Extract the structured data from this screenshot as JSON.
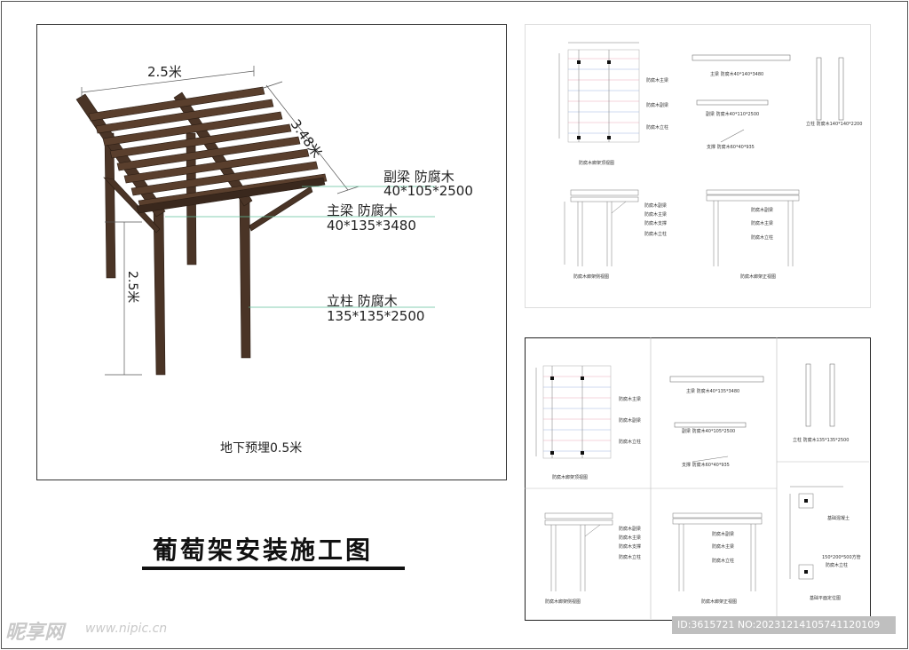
{
  "title": "葡萄架安装施工图",
  "main": {
    "width_label": "2.5米",
    "depth_label": "3.48米",
    "height_label": "2.5米",
    "secondary_beam_name": "副梁  防腐木",
    "secondary_beam_size": "40*105*2500",
    "main_beam_name": "主梁  防腐木",
    "main_beam_size": "40*135*3480",
    "column_name": "立柱  防腐木",
    "column_size": "135*135*2500",
    "embed_note": "地下预埋0.5米"
  },
  "sheet1": {
    "plan_caption": "防腐木廊架顶视图",
    "plan_tag1": "防腐木主梁",
    "plan_tag2": "防腐木副梁",
    "plan_tag3": "防腐木立柱",
    "main_beam": "主梁 防腐木40*140*3480",
    "secondary_beam": "副梁 防腐木40*110*2500",
    "brace": "支撑 防腐木60*40*935",
    "column": "立柱 防腐木140*140*2200",
    "side_caption": "防腐木廊架侧视图",
    "side_tag1": "防腐木副梁",
    "side_tag2": "防腐木主梁",
    "side_tag3": "防腐木支撑",
    "side_tag4": "防腐木立柱",
    "front_caption": "防腐木廊架正视图",
    "front_tag1": "防腐木副梁",
    "front_tag2": "防腐木主梁",
    "front_tag3": "防腐木立柱"
  },
  "sheet2": {
    "plan_caption": "防腐木廊架顶视图",
    "plan_tag1": "防腐木主梁",
    "plan_tag2": "防腐木副梁",
    "plan_tag3": "防腐木立柱",
    "main_beam": "主梁 防腐木40*135*3480",
    "secondary_beam": "副梁 防腐木40*105*2500",
    "brace": "支撑 防腐木60*40*935",
    "column": "立柱 防腐木135*135*2500",
    "side_caption": "防腐木廊架侧视图",
    "side_tag1": "防腐木副梁",
    "side_tag2": "防腐木主梁",
    "side_tag3": "防腐木支撑",
    "side_tag4": "防腐木立柱",
    "front_caption": "防腐木廊架正视图",
    "front_tag1": "防腐木副梁",
    "front_tag2": "防腐木主梁",
    "front_tag3": "防腐木立柱",
    "found_tag1": "基础混凝土",
    "found_tag2": "150*200*500方管",
    "found_tag3": "防腐木立柱",
    "found_caption": "基础平面定位图"
  },
  "watermark": "昵享网",
  "watermark_url": "www.nipic.cn",
  "id_text": "ID:3615721 NO:20231214105741120109",
  "colors": {
    "wood": "#4a3426",
    "wood_dark": "#3a281d",
    "leader": "#5fbf9a",
    "pink": "#e9a8b8",
    "blue": "#9fb6e0"
  }
}
